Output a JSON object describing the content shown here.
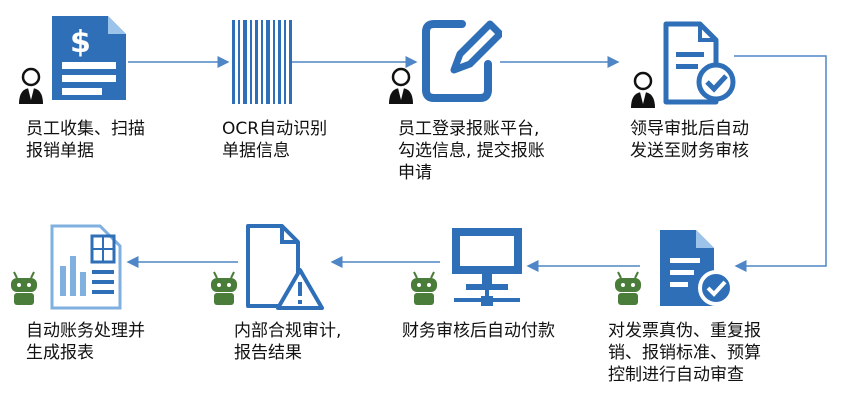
{
  "colors": {
    "primary": "#2e6fb7",
    "primary_light": "#7fb0e0",
    "connector": "#4f86c6",
    "robot": "#4a7c3a",
    "person": "#111111"
  },
  "steps": [
    {
      "label": "员工收集、扫描\n报销单据",
      "icon": "receipt-icon",
      "actor": "person-icon"
    },
    {
      "label": "OCR自动识别\n单据信息",
      "icon": "barcode-icon",
      "actor": ""
    },
    {
      "label": "员工登录报账平台,\n勾选信息, 提交报账\n申请",
      "icon": "edit-icon",
      "actor": "person-icon"
    },
    {
      "label": "领导审批后自动\n发送至财务审核",
      "icon": "document-check-icon",
      "actor": "person-icon"
    },
    {
      "label": "对发票真伪、重复报\n销、报销标准、预算\n控制进行自动审查",
      "icon": "file-check-icon",
      "actor": "robot-icon"
    },
    {
      "label": "财务审核后自动付款",
      "icon": "computer-network-icon",
      "actor": "robot-icon"
    },
    {
      "label": "内部合规审计,\n报告结果",
      "icon": "warning-document-icon",
      "actor": "robot-icon"
    },
    {
      "label": "自动账务处理并\n生成报表",
      "icon": "report-icon",
      "actor": "robot-icon"
    }
  ]
}
